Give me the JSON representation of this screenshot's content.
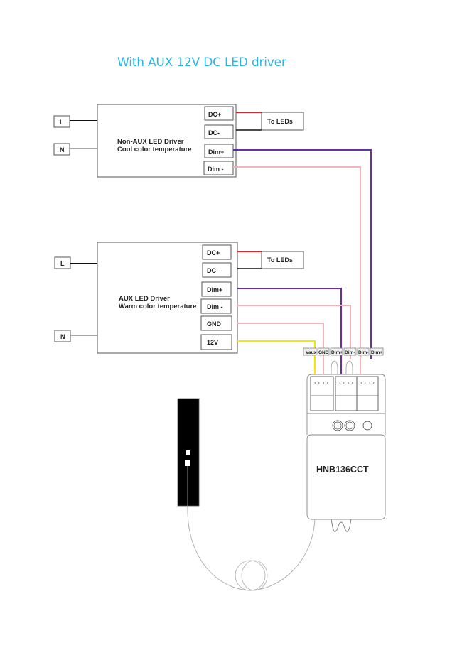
{
  "title": "With AUX 12V DC  LED driver",
  "non_aux_driver": {
    "line1": "Non-AUX  LED Driver",
    "line2": "Cool color temperature",
    "inputs": [
      "L",
      "N"
    ],
    "terminals": [
      "DC+",
      "DC-",
      "Dim+",
      "Dim -"
    ],
    "to_leds": "To LEDs"
  },
  "aux_driver": {
    "line1": "AUX  LED Driver",
    "line2": "Warm color temperature",
    "inputs": [
      "L",
      "N"
    ],
    "terminals": [
      "DC+",
      "DC-",
      "Dim+",
      "Dim -",
      "GND",
      "12V"
    ],
    "to_leds": "To LEDs"
  },
  "sensor": {
    "model": "HNB136CCT",
    "terminal_labels": [
      "Vaux",
      "GND",
      "Dim+",
      "Dim-",
      "Dim-",
      "Dim+"
    ]
  },
  "wire_colors": {
    "dc_plus": "#e8202a",
    "dc_minus": "#111111",
    "dim_plus": "#6a2fa0",
    "dim_minus": "#f7b3bb",
    "gnd": "#f7b3bb",
    "v12": "#f5e800",
    "mains": "#111111",
    "neutral": "#888888"
  }
}
